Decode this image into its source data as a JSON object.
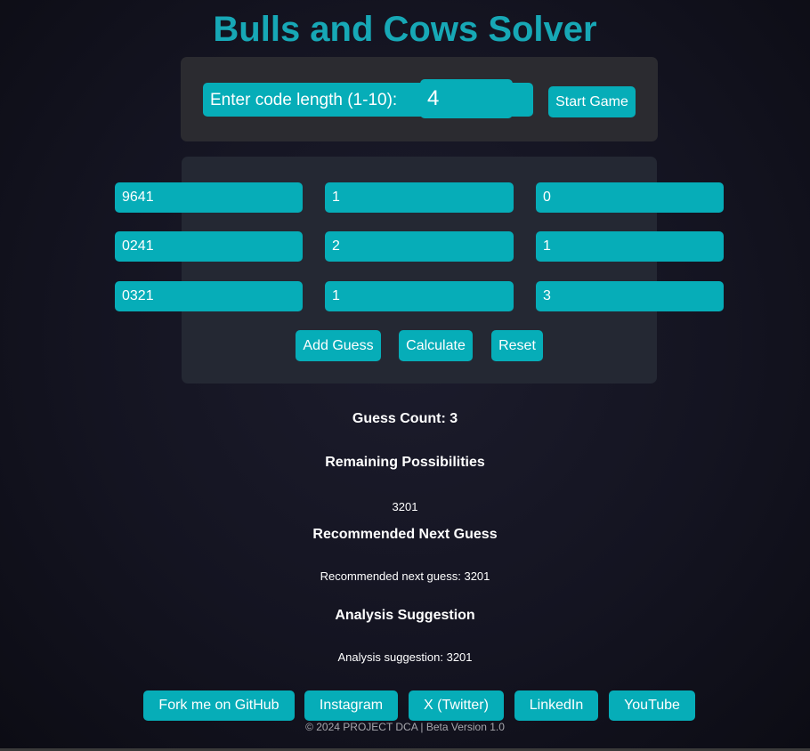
{
  "app": {
    "title": "Bulls and Cows Solver"
  },
  "setup": {
    "label": "Enter code length (1-10):",
    "length_value": "4",
    "start_label": "Start Game"
  },
  "guesses": [
    {
      "guess": "9641",
      "bulls": "1",
      "cows": "0"
    },
    {
      "guess": "0241",
      "bulls": "2",
      "cows": "1"
    },
    {
      "guess": "0321",
      "bulls": "1",
      "cows": "3"
    }
  ],
  "actions": {
    "add_label": "Add Guess",
    "calculate_label": "Calculate",
    "reset_label": "Reset"
  },
  "results": {
    "guess_count": "Guess Count: 3",
    "remaining_heading": "Remaining Possibilities",
    "remaining_list": "3201",
    "recommended_heading": "Recommended Next Guess",
    "recommended_text": "Recommended next guess: 3201",
    "analysis_heading": "Analysis Suggestion",
    "analysis_text": "Analysis suggestion: 3201"
  },
  "social": {
    "github": "Fork me on GitHub",
    "instagram": "Instagram",
    "twitter": "X (Twitter)",
    "linkedin": "LinkedIn",
    "youtube": "YouTube"
  },
  "footer": {
    "text": "© 2024 PROJECT DCA | Beta Version 1.0"
  },
  "colors": {
    "accent": "#06adb8",
    "title": "#17a8b6",
    "panel_setup": "#2b2b30",
    "panel_guesses": "#242833"
  }
}
